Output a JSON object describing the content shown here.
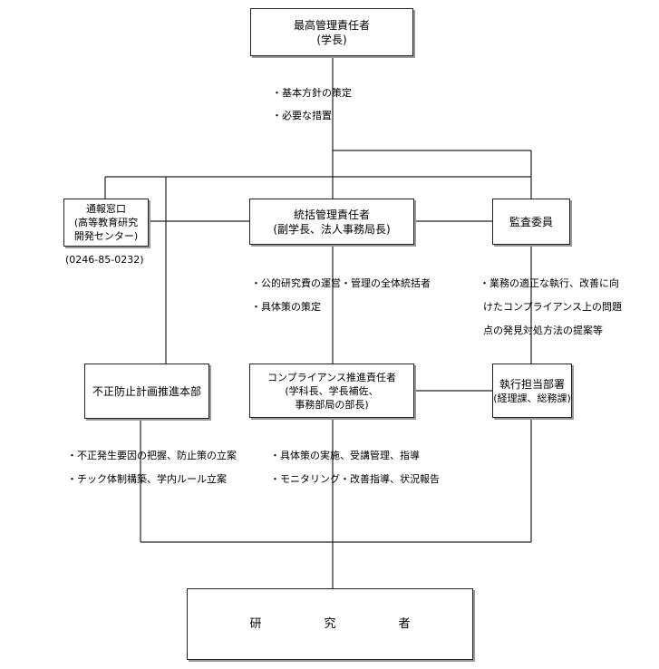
{
  "top": {
    "line1": "最高管理責任者",
    "line2": "(学長)"
  },
  "top_notes": [
    "・基本方針の策定",
    "・必要な措置"
  ],
  "madoguchi": {
    "line1": "通報窓口",
    "line2": "(高等教育研究",
    "line3": "開発センター)",
    "phone": "(0246-85-0232)"
  },
  "tokatsu": {
    "line1": "統括管理責任者",
    "line2": "(副学長、法人事務局長)"
  },
  "tokatsu_notes": [
    "・公的研究費の運営・管理の全体統括者",
    "・具体策の策定"
  ],
  "kansa": {
    "line1": "監査委員"
  },
  "kansa_notes": [
    "・業務の適正な執行、改善に向",
    "けたコンプライアンス上の問題",
    "点の発見対処方法の提案等"
  ],
  "fusei": {
    "line1": "不正防止計画推進本部"
  },
  "fusei_notes": [
    "・不正発生要因の把握、防止策の立案",
    "・チック体制構築、学内ルール立案"
  ],
  "compliance": {
    "line1": "コンプライアンス推進責任者",
    "line2": "(学科長、学長補佐、",
    "line3": "事務部局の部長)"
  },
  "compliance_notes": [
    "・具体策の実施、受講管理、指導",
    "・モニタリング・改善指導、状況報告"
  ],
  "shikko": {
    "line1": "執行担当部署",
    "line2": "(経理課、総務課)"
  },
  "researcher": {
    "label": "研　究　者"
  }
}
